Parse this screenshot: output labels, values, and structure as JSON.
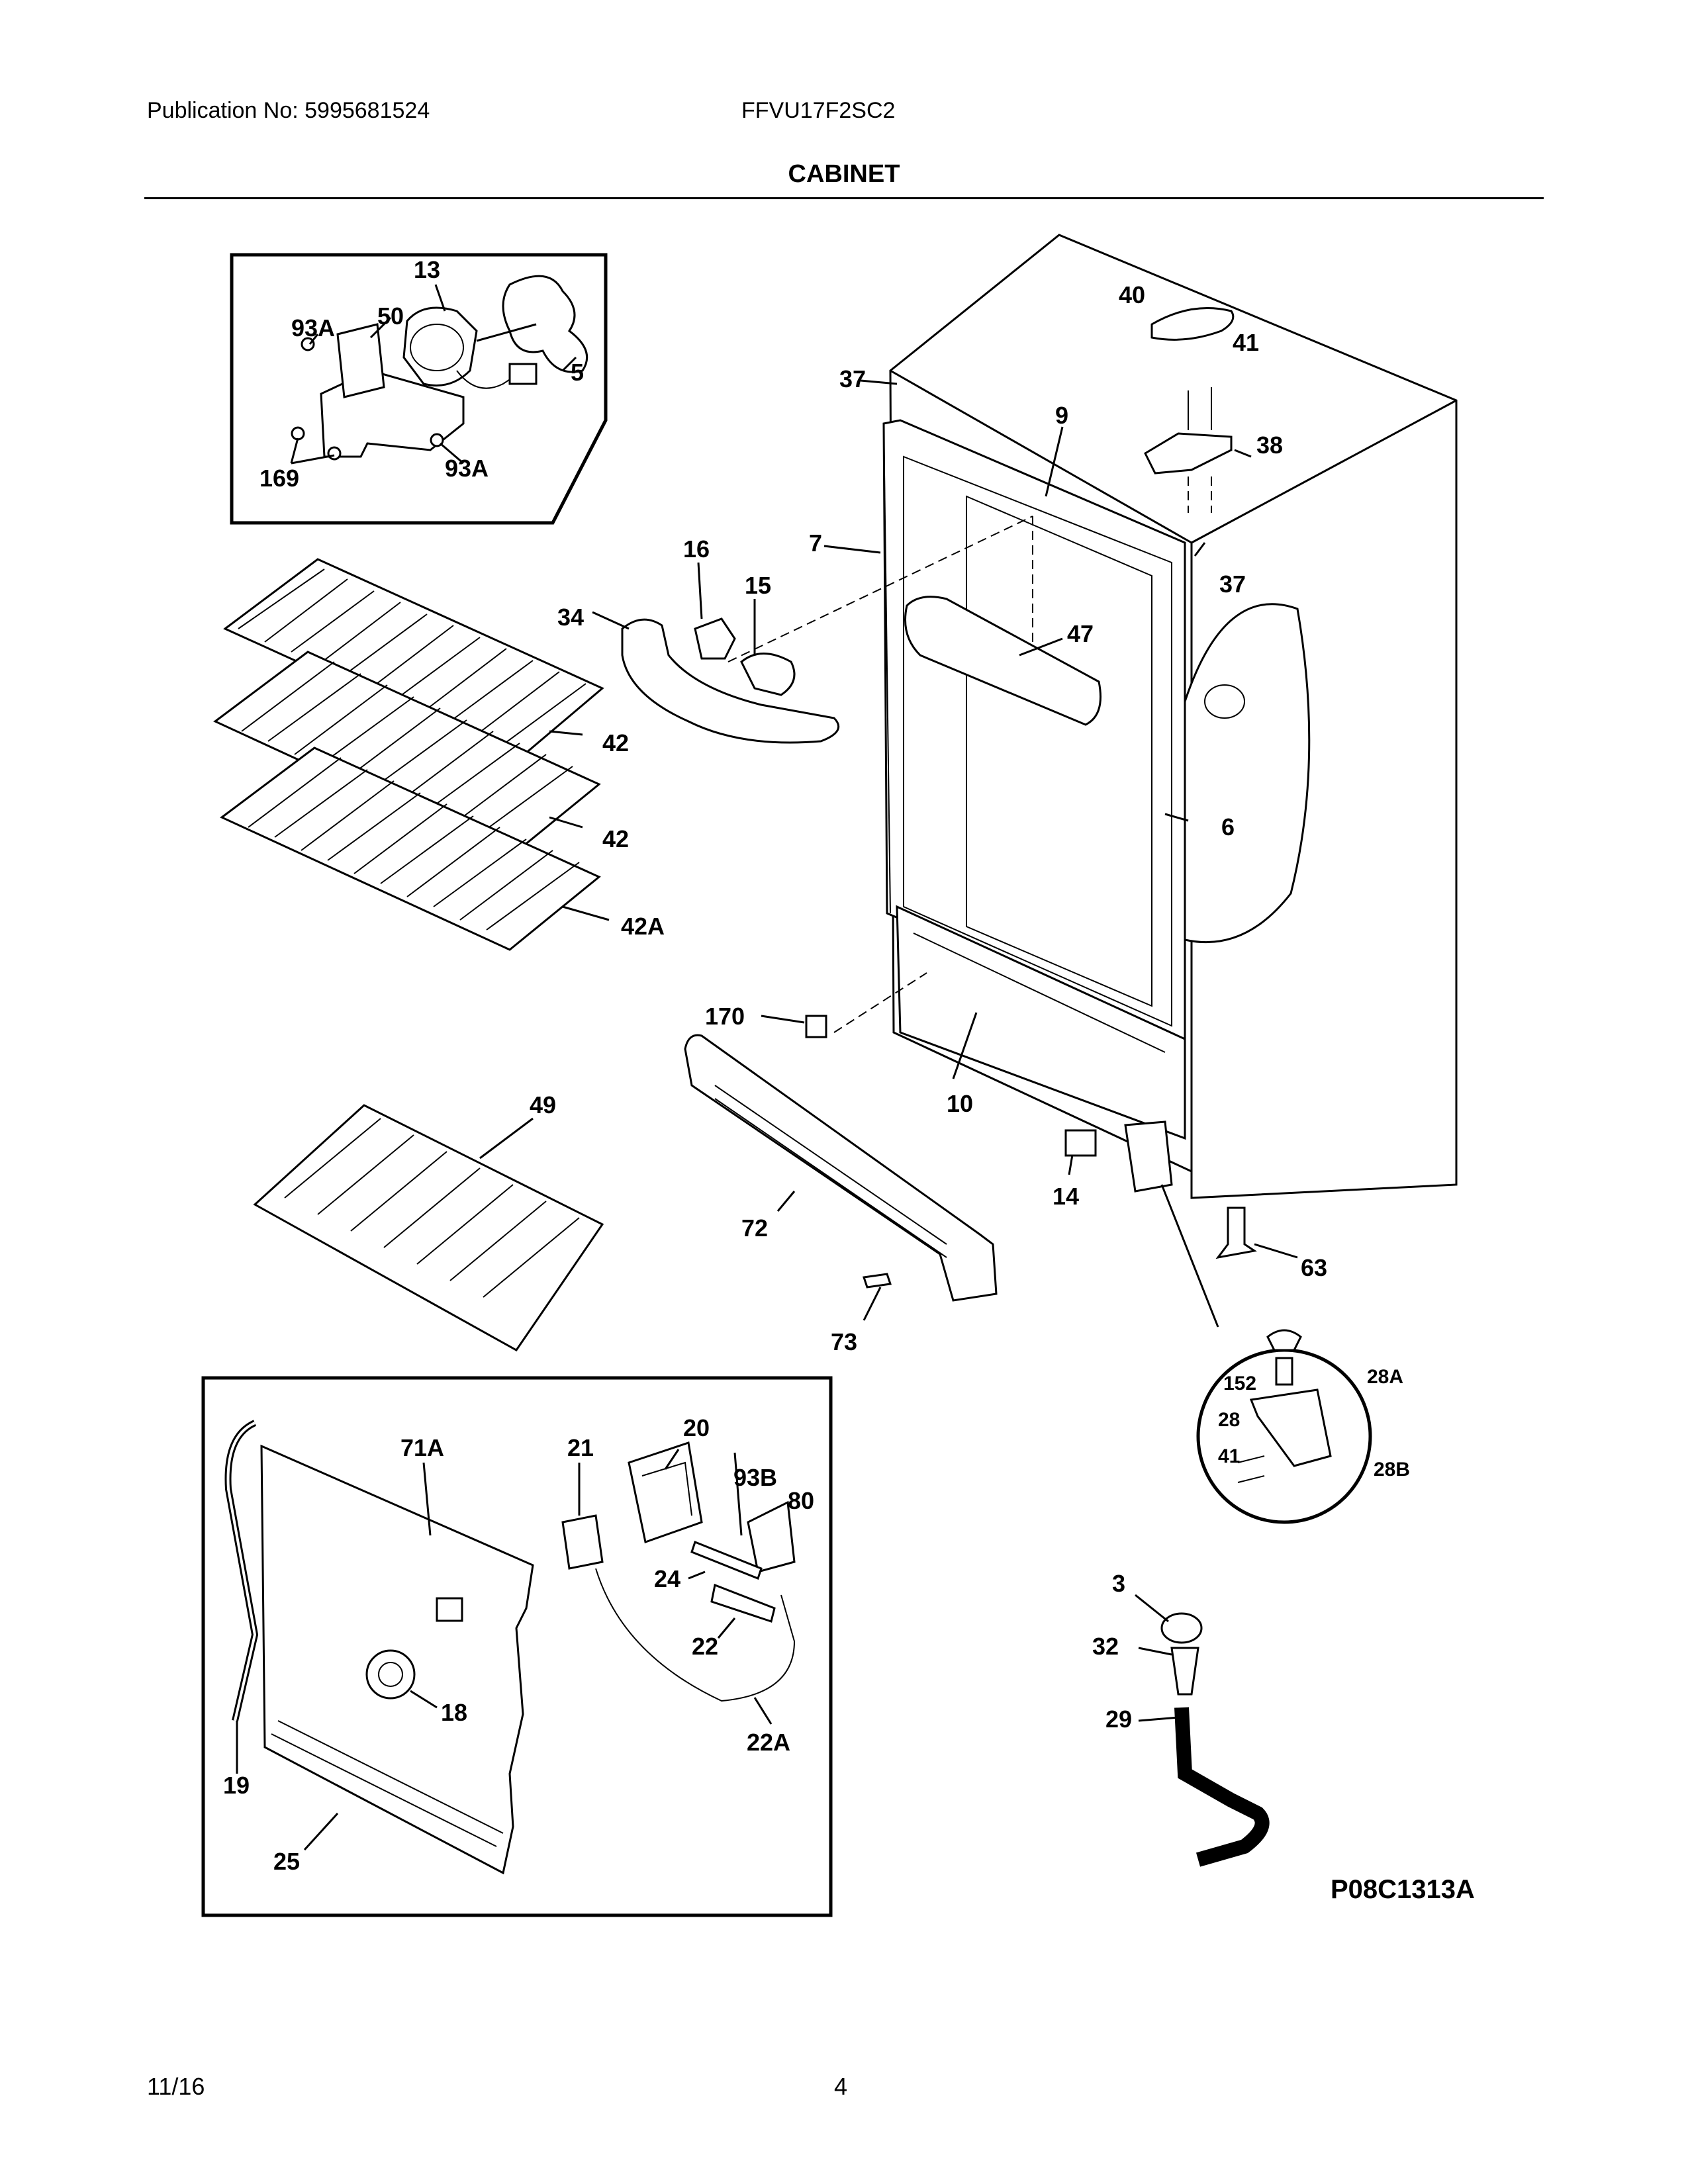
{
  "header": {
    "publication": "Publication No: 5995681524",
    "model": "FFVU17F2SC2",
    "title": "CABINET"
  },
  "footer": {
    "date": "11/16",
    "page": "4"
  },
  "diagram_code": "P08C1313A",
  "callouts": {
    "c13": "13",
    "c93a_top": "93A",
    "c50": "50",
    "c5": "5",
    "c169": "169",
    "c93a_bottom": "93A",
    "c40": "40",
    "c41_top": "41",
    "c37_top": "37",
    "c9": "9",
    "c38": "38",
    "c37_right": "37",
    "c7": "7",
    "c16": "16",
    "c15": "15",
    "c34": "34",
    "c47": "47",
    "c42_a": "42",
    "c42_b": "42",
    "c42a": "42A",
    "c6": "6",
    "c170": "170",
    "c10": "10",
    "c49": "49",
    "c14": "14",
    "c72": "72",
    "c63": "63",
    "c73": "73",
    "c152": "152",
    "c28a": "28A",
    "c28": "28",
    "c41_hinge": "41",
    "c28b": "28B",
    "c20": "20",
    "c71a": "71A",
    "c21": "21",
    "c93b": "93B",
    "c80": "80",
    "c24": "24",
    "c22": "22",
    "c18": "18",
    "c22a": "22A",
    "c19": "19",
    "c25": "25",
    "c3": "3",
    "c32": "32",
    "c29": "29"
  }
}
